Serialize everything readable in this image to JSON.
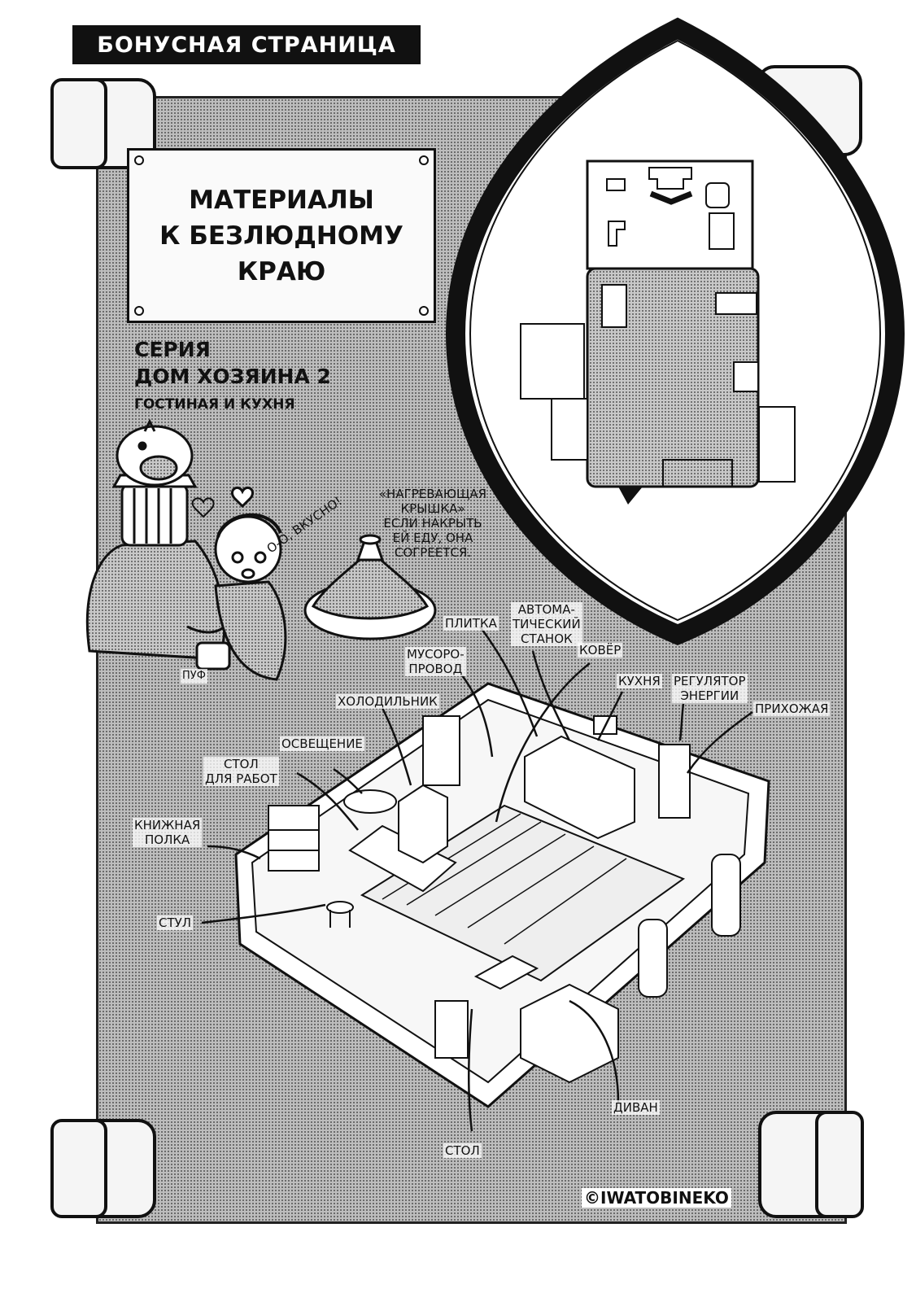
{
  "banner": {
    "text": "БОНУСНАЯ СТРАНИЦА"
  },
  "sign": {
    "line1": "МАТЕРИАЛЫ",
    "line2": "К БЕЗЛЮДНОМУ",
    "line3": "КРАЮ"
  },
  "series": {
    "line1": "СЕРИЯ",
    "line2": "ДОМ ХОЗЯИНА 2",
    "line3": "ГОСТИНАЯ И КУХНЯ"
  },
  "characters": {
    "speech": "О-О, ВКУСНО!",
    "puff": "ПУФ",
    "lid_note_1": "«НАГРЕВАЮЩАЯ",
    "lid_note_2": "КРЫШКА»",
    "lid_note_3": "ЕСЛИ НАКРЫТЬ",
    "lid_note_4": "ЕЙ ЕДУ, ОНА",
    "lid_note_5": "СОГРЕЕТСЯ."
  },
  "labels": {
    "tile": "ПЛИТКА",
    "automatic_1": "АВТОМА-",
    "automatic_2": "ТИЧЕСКИЙ",
    "automatic_3": "СТАНОК",
    "chute_1": "МУСОРО-",
    "chute_2": "ПРОВОД",
    "carpet": "КОВЁР",
    "kitchen": "КУХНЯ",
    "regulator_1": "РЕГУЛЯТОР",
    "regulator_2": "ЭНЕРГИИ",
    "hallway": "ПРИХОЖАЯ",
    "fridge": "ХОЛОДИЛЬНИК",
    "lighting": "ОСВЕЩЕНИЕ",
    "worktable_1": "СТОЛ",
    "worktable_2": "ДЛЯ РАБОТ",
    "bookshelf_1": "КНИЖНАЯ",
    "bookshelf_2": "ПОЛКА",
    "chair": "СТУЛ",
    "sofa": "ДИВАН",
    "table": "СТОЛ"
  },
  "copyright": "©IWATOBINEKO",
  "colors": {
    "ink": "#111111",
    "paper": "#ffffff",
    "screentone": "#bdbdbd"
  }
}
